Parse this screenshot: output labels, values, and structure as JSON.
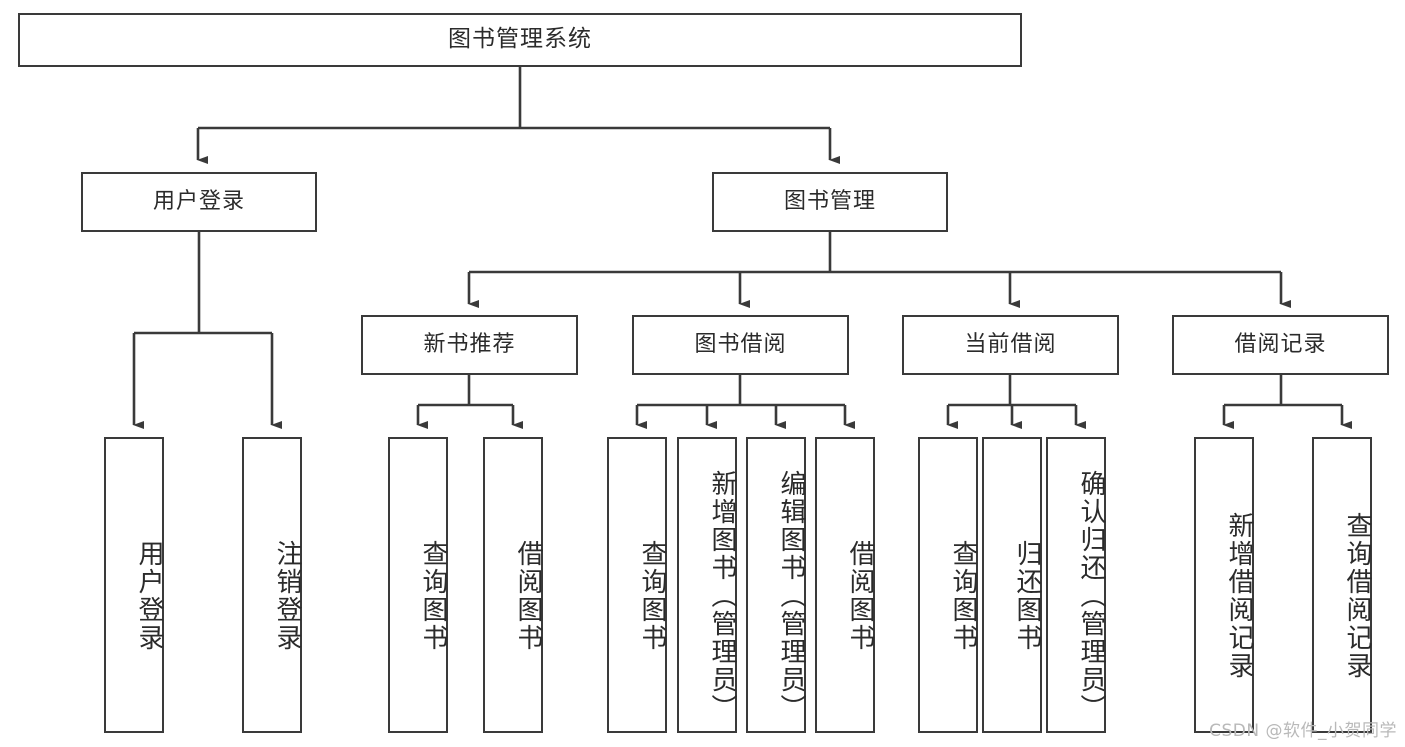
{
  "diagram": {
    "title": "图书管理系统",
    "type": "tree",
    "root": {
      "id": "root",
      "label": "图书管理系统"
    },
    "level2": [
      {
        "id": "user-login",
        "label": "用户登录"
      },
      {
        "id": "book-management",
        "label": "图书管理"
      }
    ],
    "level3": [
      {
        "id": "new-book-recommend",
        "label": "新书推荐"
      },
      {
        "id": "book-borrow",
        "label": "图书借阅"
      },
      {
        "id": "current-borrow",
        "label": "当前借阅"
      },
      {
        "id": "borrow-record",
        "label": "借阅记录"
      }
    ],
    "leaves": {
      "user_login": [
        {
          "id": "leaf-user-login",
          "label": "用户登录"
        },
        {
          "id": "leaf-logout-login",
          "label": "注销登录"
        }
      ],
      "new_book_recommend": [
        {
          "id": "leaf-query-book-1",
          "label": "查询图书"
        },
        {
          "id": "leaf-borrow-book-1",
          "label": "借阅图书"
        }
      ],
      "book_borrow": [
        {
          "id": "leaf-query-book-2",
          "label": "查询图书"
        },
        {
          "id": "leaf-add-book",
          "label": "新增图书（管理员）"
        },
        {
          "id": "leaf-edit-book",
          "label": "编辑图书（管理员）"
        },
        {
          "id": "leaf-borrow-book-2",
          "label": "借阅图书"
        }
      ],
      "current_borrow": [
        {
          "id": "leaf-query-book-3",
          "label": "查询图书"
        },
        {
          "id": "leaf-return-book",
          "label": "归还图书"
        },
        {
          "id": "leaf-confirm-return",
          "label": "确认归还（管理员）"
        }
      ],
      "borrow_record": [
        {
          "id": "leaf-add-record",
          "label": "新增借阅记录"
        },
        {
          "id": "leaf-query-record",
          "label": "查询借阅记录"
        }
      ]
    }
  },
  "watermark": {
    "text": "CSDN @软件_小贺同学"
  },
  "colors": {
    "stroke": "#3a3a3a",
    "text": "#2b2b2b",
    "background": "#ffffff",
    "watermark": "#b9b9b9"
  }
}
